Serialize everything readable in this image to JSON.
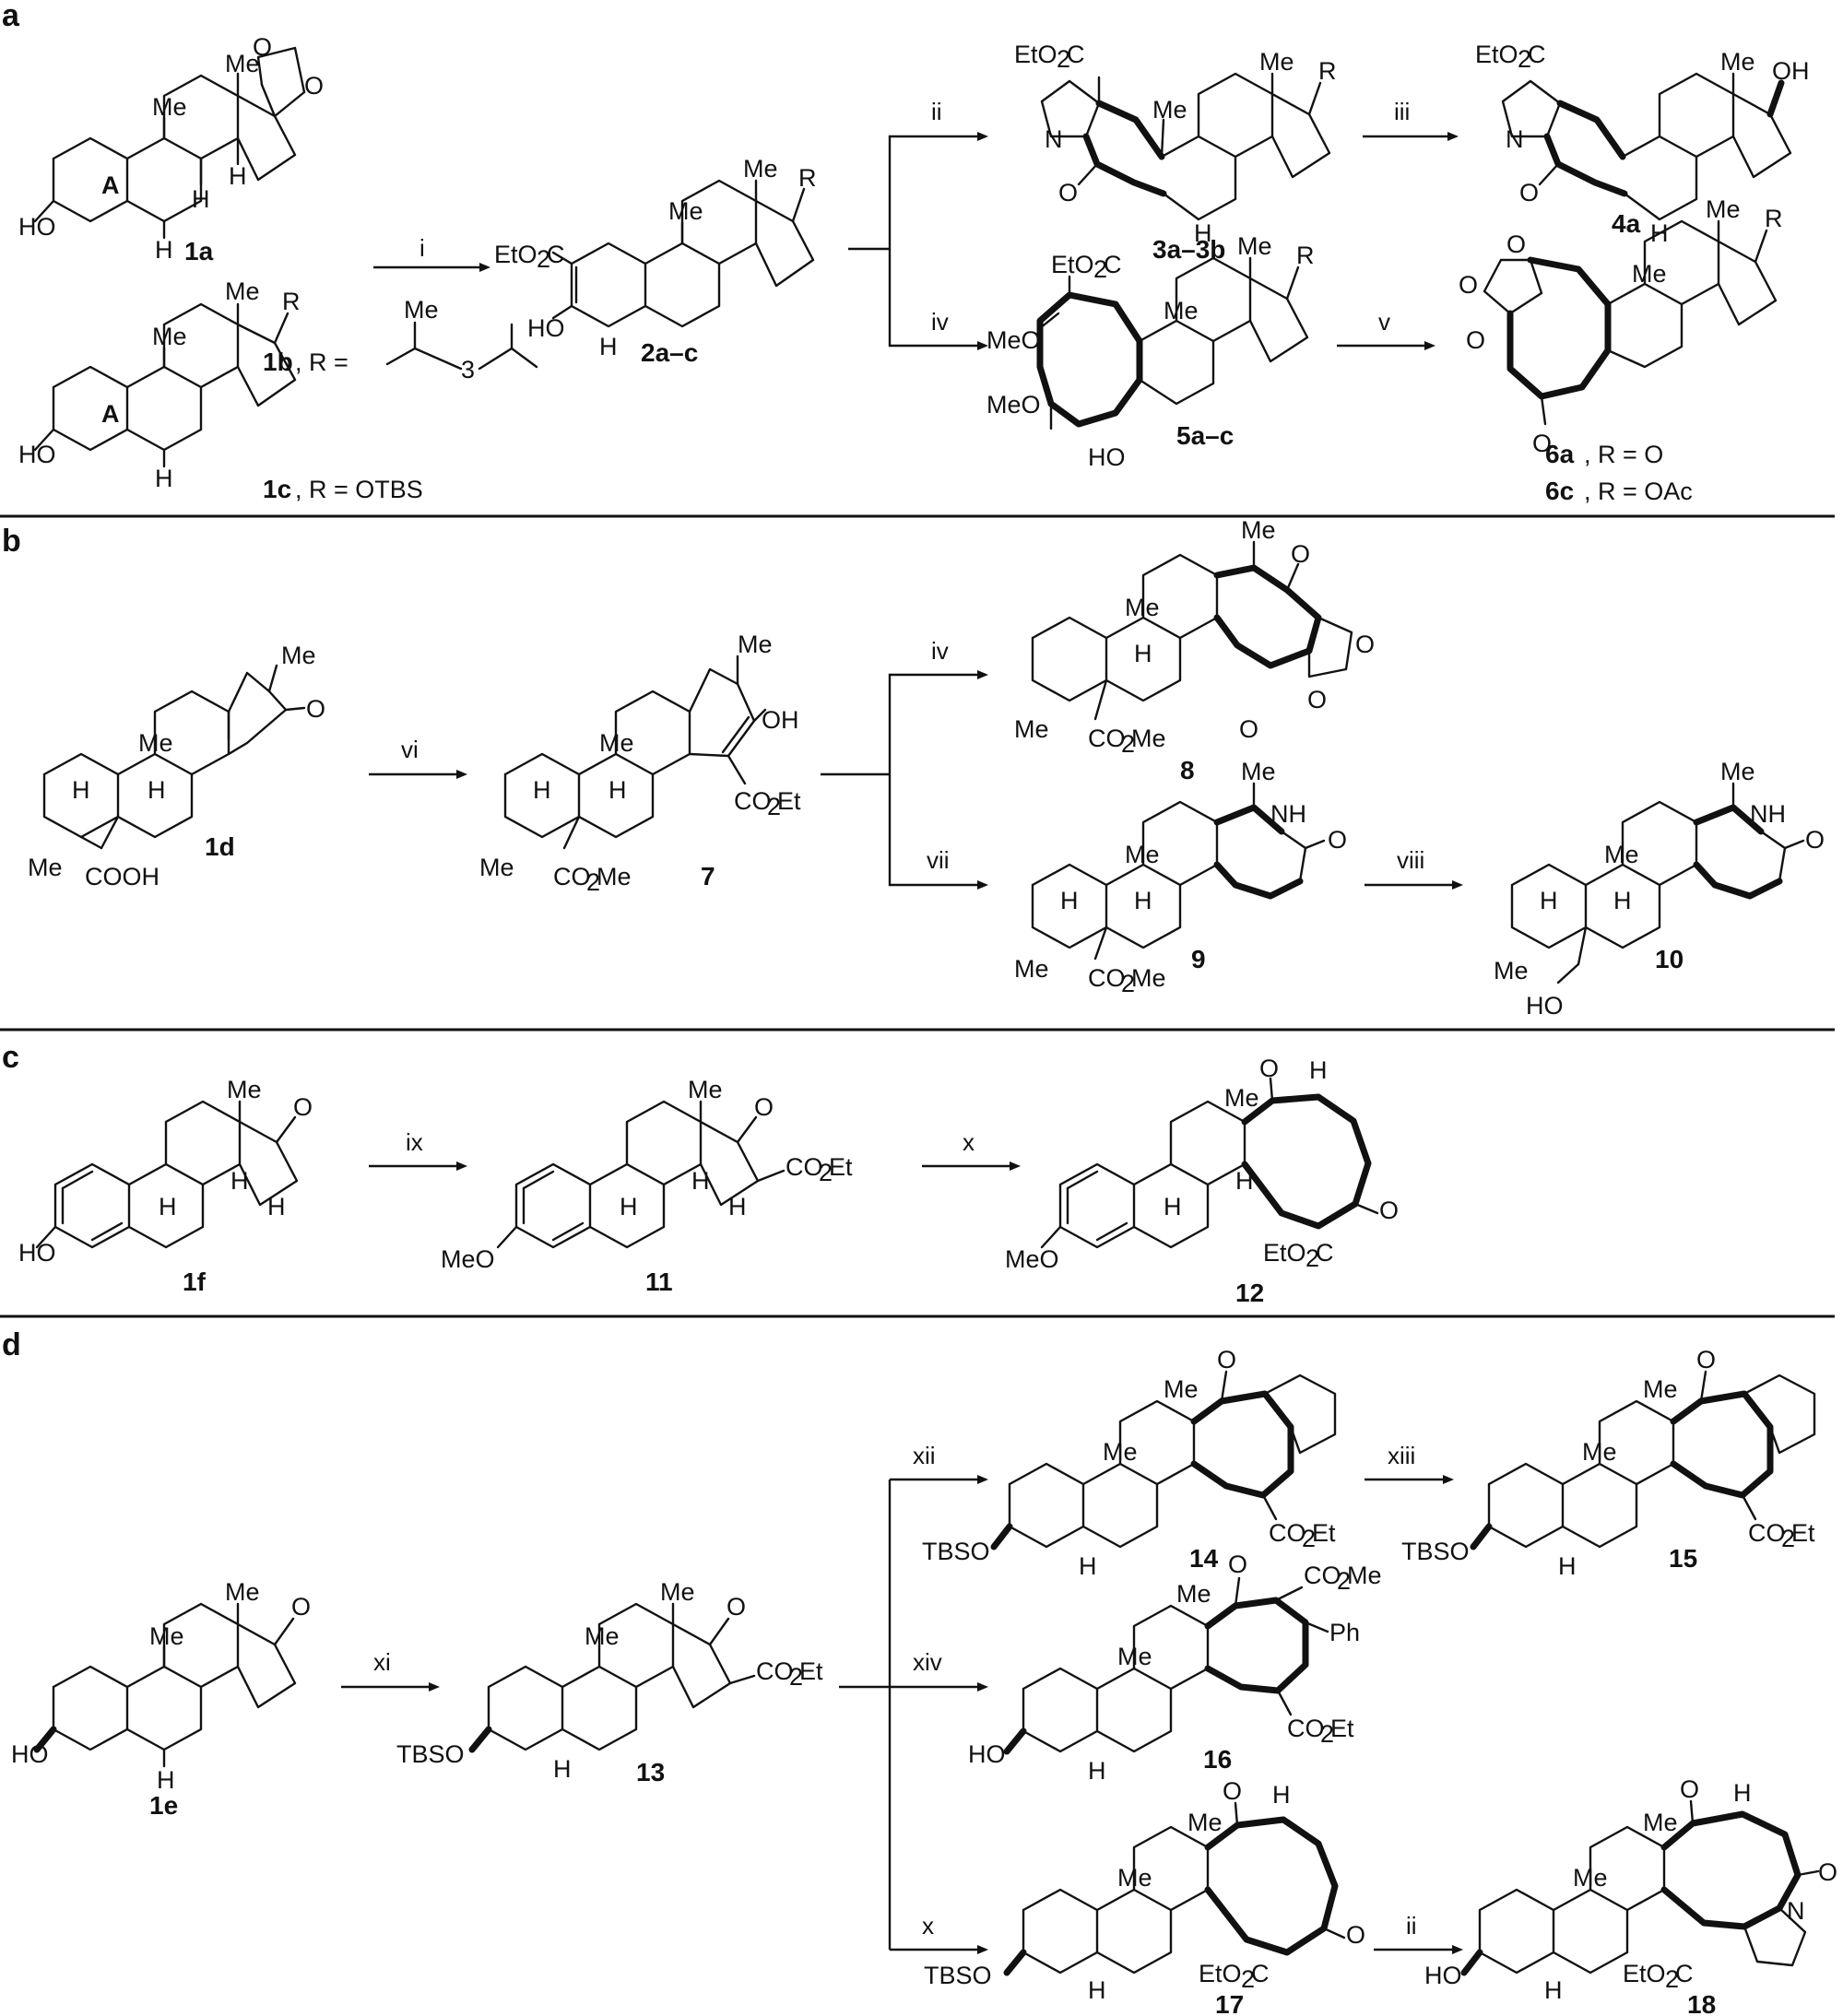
{
  "panels": [
    {
      "letter": "a"
    },
    {
      "letter": "b"
    },
    {
      "letter": "c"
    },
    {
      "letter": "d"
    }
  ],
  "panel_a": {
    "compounds": {
      "c1a": "1a",
      "c1b": "1b",
      "c1b_r": ", R =",
      "c1c": "1c",
      "c1c_r": ", R = OTBS",
      "c2": "2a–c",
      "c3": "3a–3b",
      "c4": "4a",
      "c5": "5a–c",
      "c6a": "6a",
      "c6a_r": ", R = O",
      "c6c": "6c",
      "c6c_r": ", R = OAc"
    },
    "steps": {
      "i": "i",
      "ii": "ii",
      "iii": "iii",
      "iv": "iv",
      "v": "v"
    },
    "atoms": {
      "me": "Me",
      "h": "H",
      "ho": "HO",
      "o": "O",
      "oh": "OH",
      "r": "R",
      "n": "N",
      "ring_a": "A",
      "co2et_left": "EtO",
      "co2_sub": "2",
      "c": "C",
      "meo2c_m": "MeO",
      "sub3": "3"
    }
  },
  "panel_b": {
    "compounds": {
      "c1d": "1d",
      "c7": "7",
      "c8": "8",
      "c9": "9",
      "c10": "10"
    },
    "steps": {
      "vi": "vi",
      "iv": "iv",
      "vii": "vii",
      "viii": "viii"
    },
    "atoms": {
      "cooh": "COOH",
      "co2me": "CO",
      "me_sfx": "Me",
      "co2et": "CO",
      "et_sfx": "Et",
      "nh": "NH",
      "ho": "HO",
      "oh": "OH"
    }
  },
  "panel_c": {
    "compounds": {
      "c1f": "1f",
      "c11": "11",
      "c12": "12"
    },
    "steps": {
      "ix": "ix",
      "x": "x"
    },
    "atoms": {
      "meo": "MeO",
      "ho": "HO",
      "co2et": "CO",
      "et_sfx": "Et",
      "etO": "EtO",
      "c": "C",
      "h": "H"
    }
  },
  "panel_d": {
    "compounds": {
      "c1e": "1e",
      "c13": "13",
      "c14": "14",
      "c15": "15",
      "c16": "16",
      "c17": "17",
      "c18": "18"
    },
    "steps": {
      "xi": "xi",
      "xii": "xii",
      "xiii": "xiii",
      "xiv": "xiv",
      "x": "x",
      "ii": "ii"
    },
    "atoms": {
      "tbso": "TBSO",
      "ho": "HO",
      "co2": "CO",
      "et_sfx": "Et",
      "me_sfx": "Me",
      "ph": "Ph",
      "etO": "EtO",
      "c": "C",
      "n": "N",
      "h": "H"
    }
  }
}
